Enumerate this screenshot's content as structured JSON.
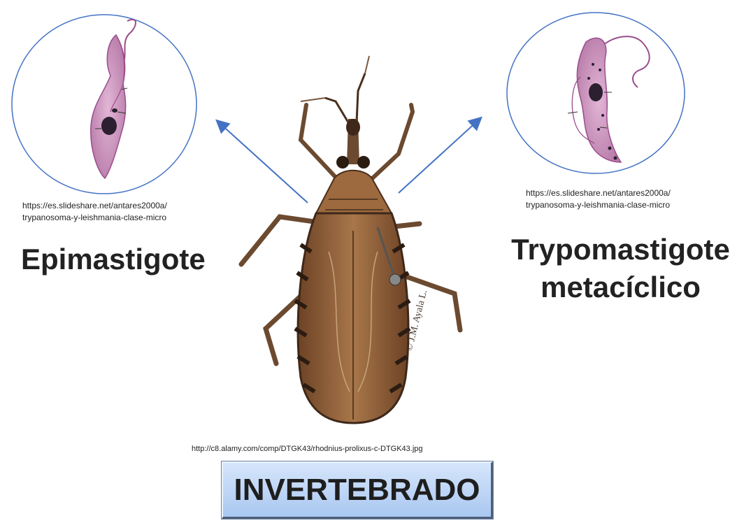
{
  "left": {
    "stage_label": "Epimastigote",
    "image_source": "https://es.slideshare.net/antares2000a/\ntrypanosoma-y-leishmania-clase-micro"
  },
  "right": {
    "stage_label_line1": "Trypomastigote",
    "stage_label_line2": "metacíclico",
    "image_source": "https://es.slideshare.net/antares2000a/\ntrypanosoma-y-leishmania-clase-micro"
  },
  "center": {
    "image_source": "http://c8.alamy.com/comp/DTGK43/rhodnius-prolixus-c-DTGK43.jpg",
    "photo_credit": "© J.M. Ayala L."
  },
  "footer": {
    "category_label": "INVERTEBRADO"
  },
  "colors": {
    "circle_outline": "#4472c4",
    "arrow": "#4472c4",
    "box_fill": "#b4cff4",
    "parasite_fill": "#c88fb8",
    "parasite_outline": "#9a4d8c",
    "nucleus": "#2c1f30",
    "bug_body": "#8a5a35",
    "bug_dark": "#4a2f1c"
  }
}
